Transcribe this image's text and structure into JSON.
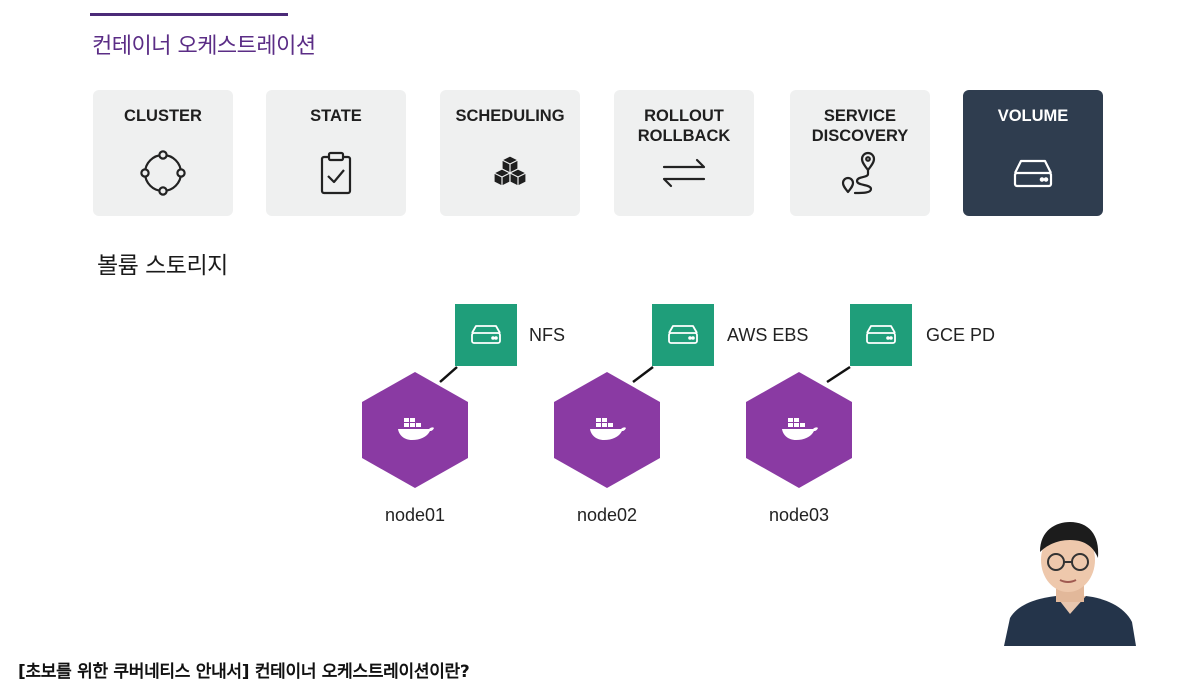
{
  "page_title": "컨테이너 오케스트레이션",
  "cards": [
    {
      "label": "CLUSTER",
      "icon": "cluster-icon",
      "active": false
    },
    {
      "label": "STATE",
      "icon": "clipboard-check-icon",
      "active": false
    },
    {
      "label": "SCHEDULING",
      "icon": "cubes-icon",
      "active": false
    },
    {
      "label": "ROLLOUT\nROLLBACK",
      "icon": "arrows-swap-icon",
      "active": false
    },
    {
      "label": "SERVICE\nDISCOVERY",
      "icon": "route-pin-icon",
      "active": false
    },
    {
      "label": "VOLUME",
      "icon": "hard-drive-icon",
      "active": true
    }
  ],
  "section_title": "볼륨 스토리지",
  "diagram": {
    "nodes": [
      {
        "label": "node01",
        "storage": "NFS"
      },
      {
        "label": "node02",
        "storage": "AWS EBS"
      },
      {
        "label": "node03",
        "storage": "GCE PD"
      }
    ],
    "node_icon": "docker-whale-icon",
    "storage_icon": "hard-drive-icon"
  },
  "colors": {
    "accent_purple": "#8a3aa3",
    "storage_green": "#1f9e7a",
    "active_card": "#2f3d4f",
    "card_bg": "#eff0f0",
    "title_purple": "#5b2d86"
  },
  "subtitle": "[초보를 위한 쿠버네티스 안내서] 컨테이너 오케스트레이션이란?"
}
